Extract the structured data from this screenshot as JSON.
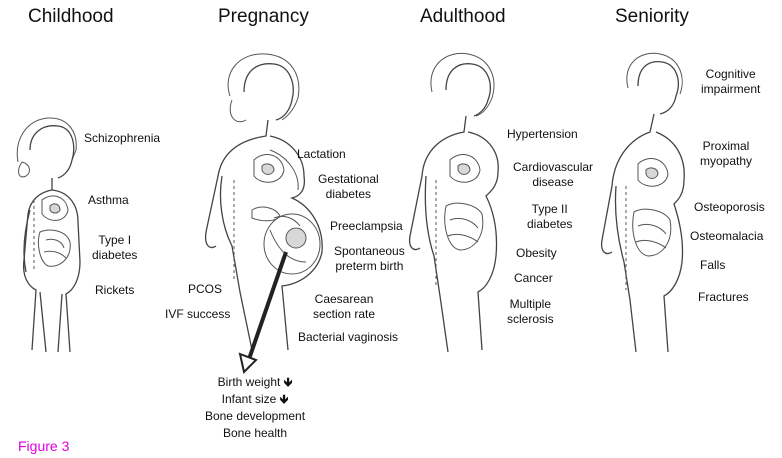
{
  "stages": [
    {
      "title": "Childhood",
      "conditions": [
        "Schizophrenia",
        "Asthma",
        "Type I\ndiabetes",
        "Rickets"
      ]
    },
    {
      "title": "Pregnancy",
      "conditions": [
        "Lactation",
        "Gestational\ndiabetes",
        "Preeclampsia",
        "Spontaneous\npreterm birth",
        "Caesarean\nsection rate",
        "Bacterial vaginosis",
        "PCOS",
        "IVF success"
      ]
    },
    {
      "title": "Adulthood",
      "conditions": [
        "Hypertension",
        "Cardiovascular\ndisease",
        "Type II\ndiabetes",
        "Obesity",
        "Cancer",
        "Multiple\nsclerosis"
      ]
    },
    {
      "title": "Seniority",
      "conditions": [
        "Cognitive\nimpairment",
        "Proximal\nmyopathy",
        "Osteoporosis",
        "Osteomalacia",
        "Falls",
        "Fractures"
      ]
    }
  ],
  "offspring_outcomes": [
    {
      "text": "Birth weight",
      "arrow": "🡻"
    },
    {
      "text": "Infant size",
      "arrow": "🡻"
    },
    {
      "text": "Bone development",
      "arrow": ""
    },
    {
      "text": "Bone health",
      "arrow": ""
    }
  ],
  "figure_caption": "Figure 3",
  "colors": {
    "caption": "#e000e0",
    "text": "#111111",
    "line": "#444444"
  }
}
